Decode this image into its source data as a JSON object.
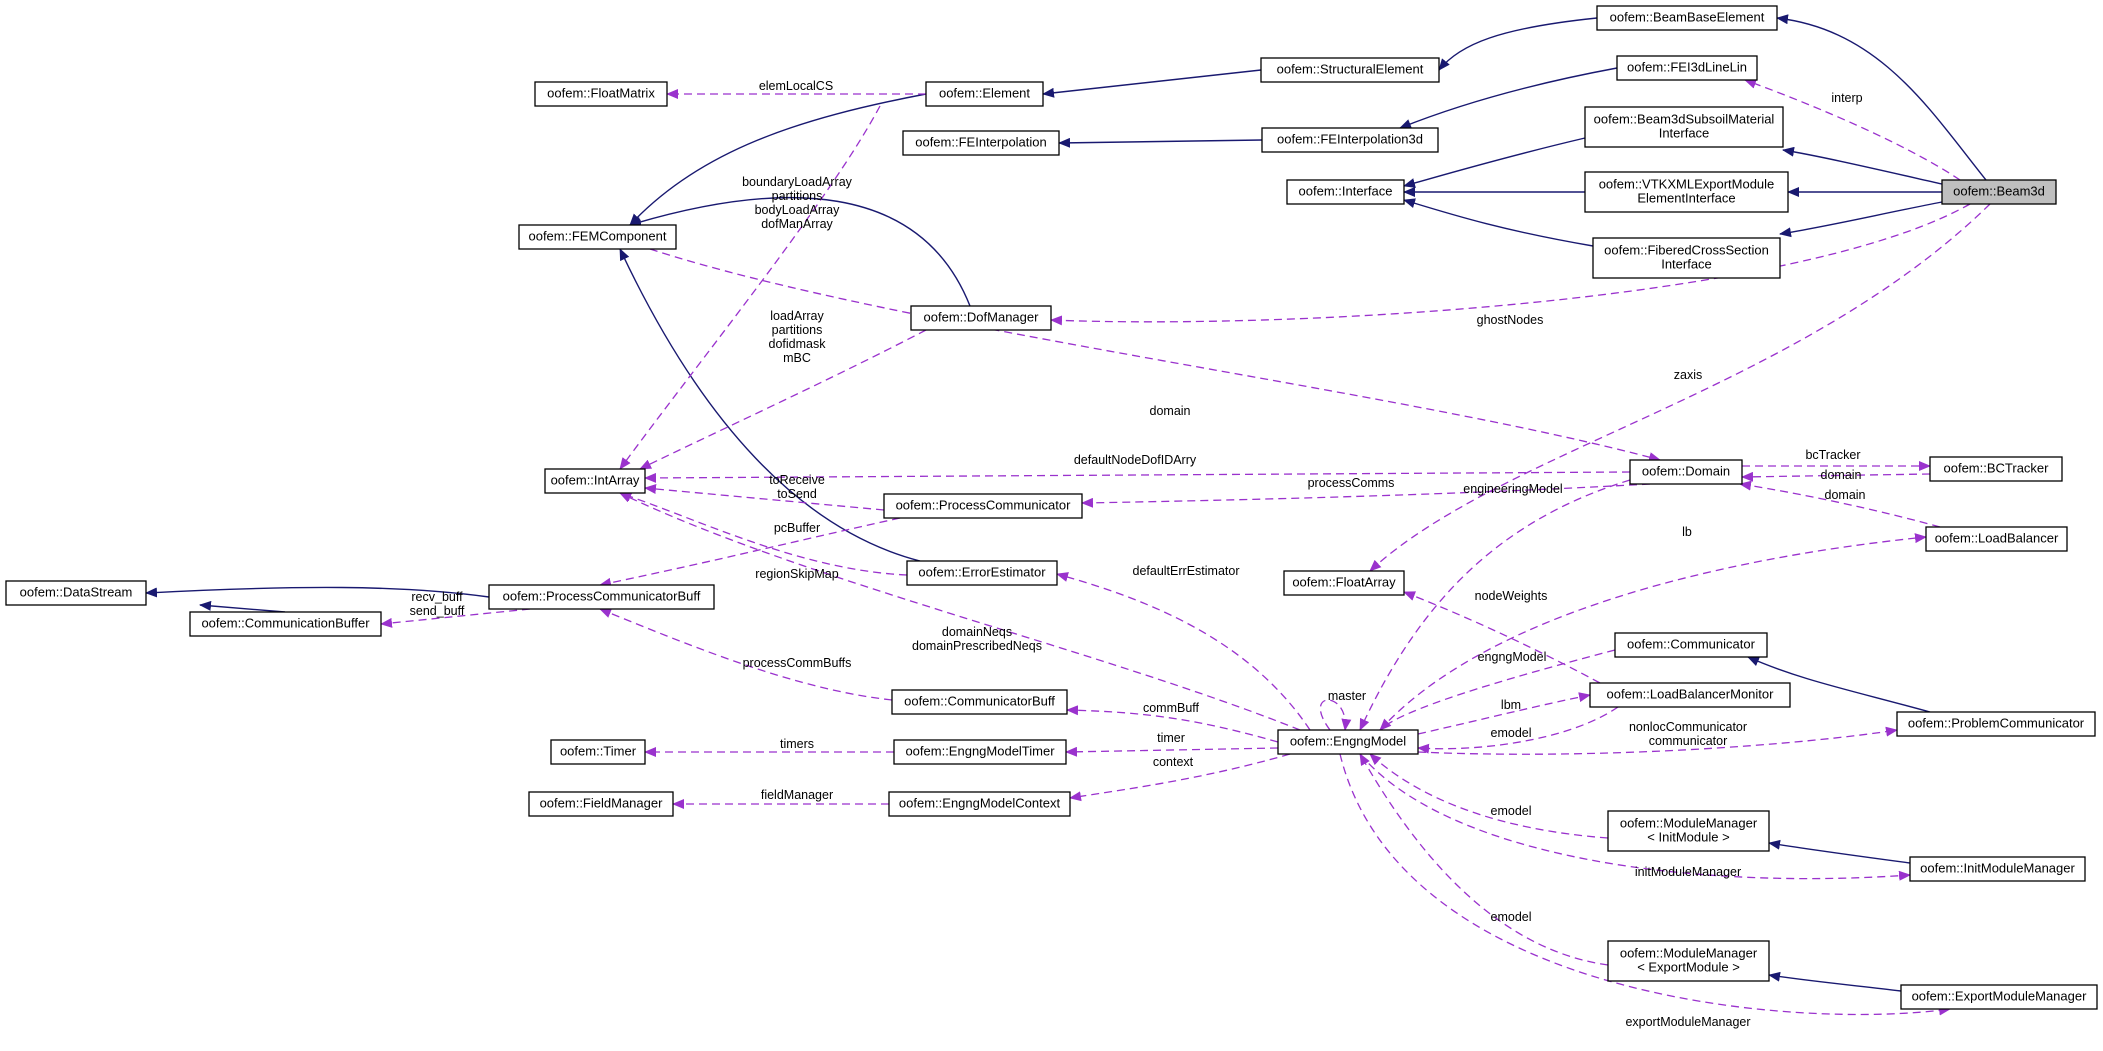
{
  "nodes": [
    {
      "id": "BeamBaseElement",
      "label": [
        "oofem::BeamBaseElement"
      ]
    },
    {
      "id": "StructuralElement",
      "label": [
        "oofem::StructuralElement"
      ]
    },
    {
      "id": "FloatMatrix",
      "label": [
        "oofem::FloatMatrix"
      ]
    },
    {
      "id": "Element",
      "label": [
        "oofem::Element"
      ]
    },
    {
      "id": "FEI3dLineLin",
      "label": [
        "oofem::FEI3dLineLin"
      ]
    },
    {
      "id": "FEInterpolation",
      "label": [
        "oofem::FEInterpolation"
      ]
    },
    {
      "id": "FEInterpolation3d",
      "label": [
        "oofem::FEInterpolation3d"
      ]
    },
    {
      "id": "Beam3dSubsoil",
      "label": [
        "oofem::Beam3dSubsoilMaterial",
        "Interface"
      ]
    },
    {
      "id": "Interface",
      "label": [
        "oofem::Interface"
      ]
    },
    {
      "id": "VTKXML",
      "label": [
        "oofem::VTKXMLExportModule",
        "ElementInterface"
      ]
    },
    {
      "id": "Beam3d",
      "label": [
        "oofem::Beam3d"
      ],
      "highlight": true
    },
    {
      "id": "FEMComponent",
      "label": [
        "oofem::FEMComponent"
      ]
    },
    {
      "id": "FiberedCS",
      "label": [
        "oofem::FiberedCrossSection",
        "Interface"
      ]
    },
    {
      "id": "DofManager",
      "label": [
        "oofem::DofManager"
      ]
    },
    {
      "id": "IntArray",
      "label": [
        "oofem::IntArray"
      ]
    },
    {
      "id": "Domain",
      "label": [
        "oofem::Domain"
      ]
    },
    {
      "id": "BCTracker",
      "label": [
        "oofem::BCTracker"
      ]
    },
    {
      "id": "ProcessCommunicator",
      "label": [
        "oofem::ProcessCommunicator"
      ]
    },
    {
      "id": "LoadBalancer",
      "label": [
        "oofem::LoadBalancer"
      ]
    },
    {
      "id": "ErrorEstimator",
      "label": [
        "oofem::ErrorEstimator"
      ]
    },
    {
      "id": "FloatArray",
      "label": [
        "oofem::FloatArray"
      ]
    },
    {
      "id": "DataStream",
      "label": [
        "oofem::DataStream"
      ]
    },
    {
      "id": "PCBuff",
      "label": [
        "oofem::ProcessCommunicatorBuff"
      ]
    },
    {
      "id": "CommBuffer",
      "label": [
        "oofem::CommunicationBuffer"
      ]
    },
    {
      "id": "Communicator",
      "label": [
        "oofem::Communicator"
      ]
    },
    {
      "id": "CommunicatorBuff",
      "label": [
        "oofem::CommunicatorBuff"
      ]
    },
    {
      "id": "LBMonitor",
      "label": [
        "oofem::LoadBalancerMonitor"
      ]
    },
    {
      "id": "Timer",
      "label": [
        "oofem::Timer"
      ]
    },
    {
      "id": "EMTimer",
      "label": [
        "oofem::EngngModelTimer"
      ]
    },
    {
      "id": "EngngModel",
      "label": [
        "oofem::EngngModel"
      ]
    },
    {
      "id": "ProblemComm",
      "label": [
        "oofem::ProblemCommunicator"
      ]
    },
    {
      "id": "FieldManager",
      "label": [
        "oofem::FieldManager"
      ]
    },
    {
      "id": "EMContext",
      "label": [
        "oofem::EngngModelContext"
      ]
    },
    {
      "id": "MMInit",
      "label": [
        "oofem::ModuleManager",
        "< InitModule >"
      ]
    },
    {
      "id": "InitMM",
      "label": [
        "oofem::InitModuleManager"
      ]
    },
    {
      "id": "MMExport",
      "label": [
        "oofem::ModuleManager",
        "< ExportModule >"
      ]
    },
    {
      "id": "ExportMM",
      "label": [
        "oofem::ExportModuleManager"
      ]
    }
  ],
  "edge_labels": [
    {
      "id": "elemLocalCS",
      "text": [
        "elemLocalCS"
      ]
    },
    {
      "id": "interp",
      "text": [
        "interp"
      ]
    },
    {
      "id": "fem_intarray",
      "text": [
        "boundaryLoadArray",
        "partitions",
        "bodyLoadArray",
        "dofManArray"
      ]
    },
    {
      "id": "dofman_intarray",
      "text": [
        "loadArray",
        "partitions",
        "dofidmask",
        "mBC"
      ]
    },
    {
      "id": "ghostNodes",
      "text": [
        "ghostNodes"
      ]
    },
    {
      "id": "zaxis",
      "text": [
        "zaxis"
      ]
    },
    {
      "id": "domain1",
      "text": [
        "domain"
      ]
    },
    {
      "id": "defaultNodeDofIDArry",
      "text": [
        "defaultNodeDofIDArry"
      ]
    },
    {
      "id": "bcTracker",
      "text": [
        "bcTracker"
      ]
    },
    {
      "id": "domain2",
      "text": [
        "domain"
      ]
    },
    {
      "id": "domain3",
      "text": [
        "domain"
      ]
    },
    {
      "id": "processComms",
      "text": [
        "processComms"
      ]
    },
    {
      "id": "engineeringModel",
      "text": [
        "engineeringModel"
      ]
    },
    {
      "id": "toReceive",
      "text": [
        "toReceive",
        "toSend"
      ]
    },
    {
      "id": "pcBuffer",
      "text": [
        "pcBuffer"
      ]
    },
    {
      "id": "lb",
      "text": [
        "lb"
      ]
    },
    {
      "id": "regionSkipMap",
      "text": [
        "regionSkipMap"
      ]
    },
    {
      "id": "defaultErrEstimator",
      "text": [
        "defaultErrEstimator"
      ]
    },
    {
      "id": "recvbuff",
      "text": [
        "recv_buff",
        "send_buff"
      ]
    },
    {
      "id": "nodeWeights",
      "text": [
        "nodeWeights"
      ]
    },
    {
      "id": "domainNeqs",
      "text": [
        "domainNeqs",
        "domainPrescribedNeqs"
      ]
    },
    {
      "id": "processCommBuffs",
      "text": [
        "processCommBuffs"
      ]
    },
    {
      "id": "engngModel",
      "text": [
        "engngModel"
      ]
    },
    {
      "id": "master",
      "text": [
        "master"
      ]
    },
    {
      "id": "commBuff",
      "text": [
        "commBuff"
      ]
    },
    {
      "id": "lbm",
      "text": [
        "lbm"
      ]
    },
    {
      "id": "timers",
      "text": [
        "timers"
      ]
    },
    {
      "id": "timer",
      "text": [
        "timer"
      ]
    },
    {
      "id": "emodel1",
      "text": [
        "emodel"
      ]
    },
    {
      "id": "nonloc",
      "text": [
        "nonlocCommunicator",
        "communicator"
      ]
    },
    {
      "id": "context",
      "text": [
        "context"
      ]
    },
    {
      "id": "fieldManager",
      "text": [
        "fieldManager"
      ]
    },
    {
      "id": "emodel2",
      "text": [
        "emodel"
      ]
    },
    {
      "id": "initModuleManager",
      "text": [
        "initModuleManager"
      ]
    },
    {
      "id": "emodel3",
      "text": [
        "emodel"
      ]
    },
    {
      "id": "exportModuleManager",
      "text": [
        "exportModuleManager"
      ]
    }
  ],
  "colors": {
    "inheritance_edge": "#191970",
    "usage_edge": "#9a32cd",
    "highlight_fill": "#bfbfbf"
  }
}
